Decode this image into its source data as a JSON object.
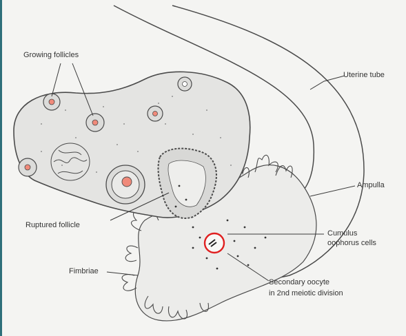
{
  "labels": {
    "growing_follicles": "Growing follicles",
    "uterine_tube": "Uterine tube",
    "ampulla": "Ampulla",
    "ruptured_follicle": "Ruptured follicle",
    "cumulus_line1": "Cumulus",
    "cumulus_line2": "oophorus cells",
    "fimbriae": "Fimbriae",
    "oocyte_line1": "Secondary oocyte",
    "oocyte_line2": "in 2nd meiotic division"
  },
  "colors": {
    "line": "#4a4a4a",
    "ovary_fill": "#e4e4e2",
    "background": "#f4f4f2",
    "follicle_center": "#f08a7a",
    "oocyte_ring": "#e02020",
    "edge_strip": "#2e6f7a"
  }
}
